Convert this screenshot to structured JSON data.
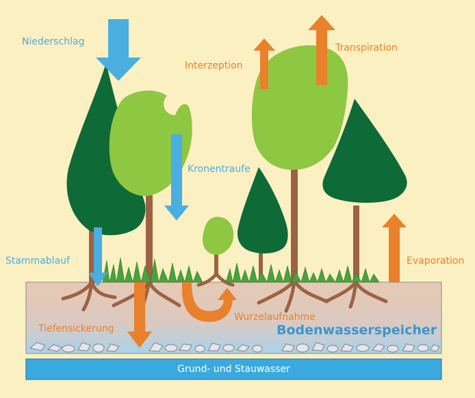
{
  "labels": {
    "niederschlag": "Niederschlag",
    "interzeption": "Interzeption",
    "transpiration": "Transpiration",
    "kronentraufe": "Kronentraufe",
    "stammablauf": "Stammablauf",
    "evaporation": "Evaporation",
    "tiefensickerung": "Tiefensickerung",
    "wurzelaufnahme": "Wurzelaufnahme",
    "bodenwasserspeicher": "Bodenwasserspeicher",
    "grundwasser": "Grund- und Stauwasser"
  },
  "colors": {
    "background": "#fbf0c2",
    "input_blue": "#4aaee0",
    "output_orange": "#e9802c",
    "dark_green": "#0e6a36",
    "light_green": "#8ec742",
    "trunk": "#9b6244",
    "soil": "#e3c9b4",
    "groundwater": "#3aa9df"
  }
}
